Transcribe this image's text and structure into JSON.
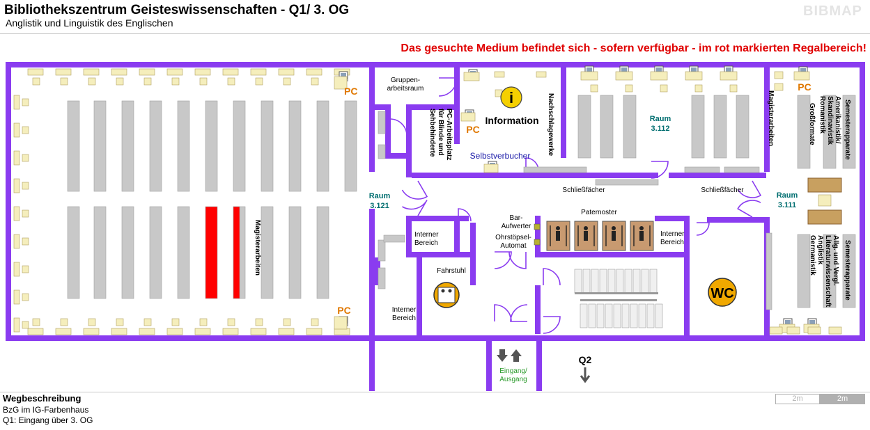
{
  "header": {
    "title": "Bibliothekszentrum Geisteswissenschaften - Q1/ 3. OG",
    "subtitle": "Anglistik und Linguistik des Englischen",
    "logo": "BIBMAP"
  },
  "notice": "Das gesuchte Medium befindet sich - sofern verfügbar -  im rot markierten Regalbereich!",
  "colors": {
    "wall": "#8a3cf0",
    "shelf": "#c8c8c8",
    "highlight": "#ff0000",
    "desk": "#f5eebc",
    "pc_label": "#e07800",
    "room_label": "#006e70",
    "entrance_label": "#2a9a2a",
    "selbstverbucher": "#1a1aa8",
    "notice": "#e00000"
  },
  "labels": {
    "pc": "PC",
    "gruppenarbeitsraum": [
      "Gruppen-",
      "arbeitsraum"
    ],
    "pc_arbeitsplatz": [
      "PC-Arbeitsplatz",
      "für Blinde und",
      "Sehbehinderte"
    ],
    "information": "Information",
    "info_icon": "i",
    "nachschlagewerke": "Nachschlagewerke",
    "selbstverbucher": "Selbstverbucher",
    "raum_3112": [
      "Raum",
      "3.112"
    ],
    "raum_3121": [
      "Raum",
      "3.121"
    ],
    "raum_3111": [
      "Raum",
      "3.111"
    ],
    "schliessfaecher_1": "Schließfächer",
    "schliessfaecher_2": "Schließfächer",
    "magisterarbeiten_left": "Magisterarbeiten",
    "magisterarbeiten_right": "Magisterarbeiten",
    "grossformate": "Großformate",
    "semesterapparate_top": "Semesterapparate",
    "semesterapparate_bottom": "Semesterapparate",
    "shelf_top_right": [
      "Amerikanistik/",
      "Skandinavistik",
      "Romanistik"
    ],
    "shelf_bottom_right": [
      "Allg. und Vergl.",
      "Literaturwissenschaft",
      "Anglistik",
      "Germanistik"
    ],
    "bar_aufwerter": [
      "Bar-",
      "Aufwerter"
    ],
    "ohrstoepsel": [
      "Ohrstöpsel-",
      "Automat"
    ],
    "paternoster": "Paternoster",
    "interner_bereich_1": [
      "Interner",
      "Bereich"
    ],
    "interner_bereich_2": [
      "Interner",
      "Bereich"
    ],
    "interner_bereich_3": [
      "Interner",
      "Bereich"
    ],
    "fahrstuhl": "Fahrstuhl",
    "wc": "WC",
    "eingang": [
      "Eingang/",
      "Ausgang"
    ],
    "q2": "Q2"
  },
  "footer": {
    "heading": "Wegbeschreibung",
    "lines": [
      "BzG im IG-Farbenhaus",
      "Q1: Eingang über 3. OG"
    ],
    "scale_labels": [
      "2m",
      "2m"
    ]
  }
}
